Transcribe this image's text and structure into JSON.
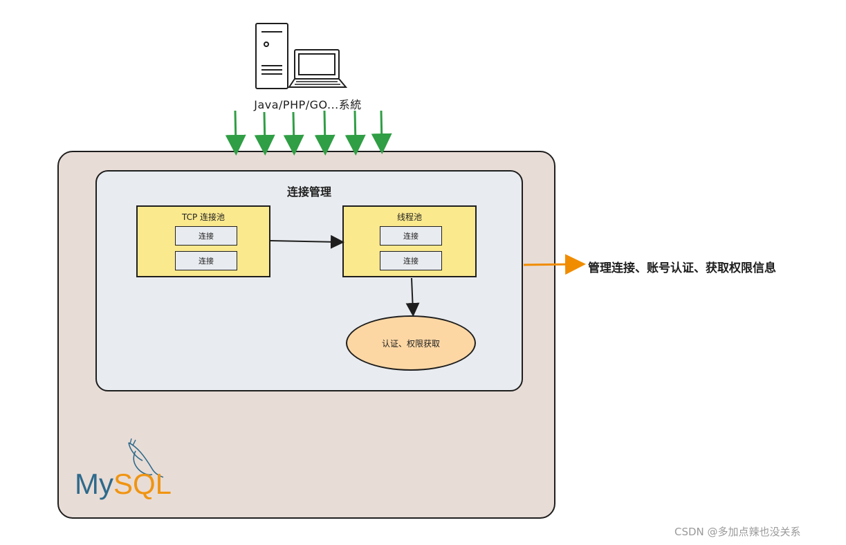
{
  "systems_label": "Java/PHP/GO...系統",
  "connection_management": {
    "title": "连接管理",
    "tcp_pool": {
      "title": "TCP 连接池",
      "items": [
        "连接",
        "连接"
      ]
    },
    "thread_pool": {
      "title": "线程池",
      "items": [
        "连接",
        "连接"
      ]
    },
    "auth": "认证、权限获取"
  },
  "right_label": "管理连接、账号认证、获取权限信息",
  "logo": {
    "prefix": "My",
    "suffix": "SQL"
  },
  "watermark": "CSDN @多加点辣也没关系",
  "colors": {
    "outer_fill": "#e8dcd6",
    "inner_fill": "#e8ebef",
    "pool_fill": "#fbe98e",
    "auth_fill": "#fcd7a4",
    "green_arrow": "#2f9e44",
    "orange_arrow": "#f08c00"
  },
  "icons": [
    "computer-tower-icon",
    "laptop-icon",
    "mysql-dolphin-icon"
  ]
}
